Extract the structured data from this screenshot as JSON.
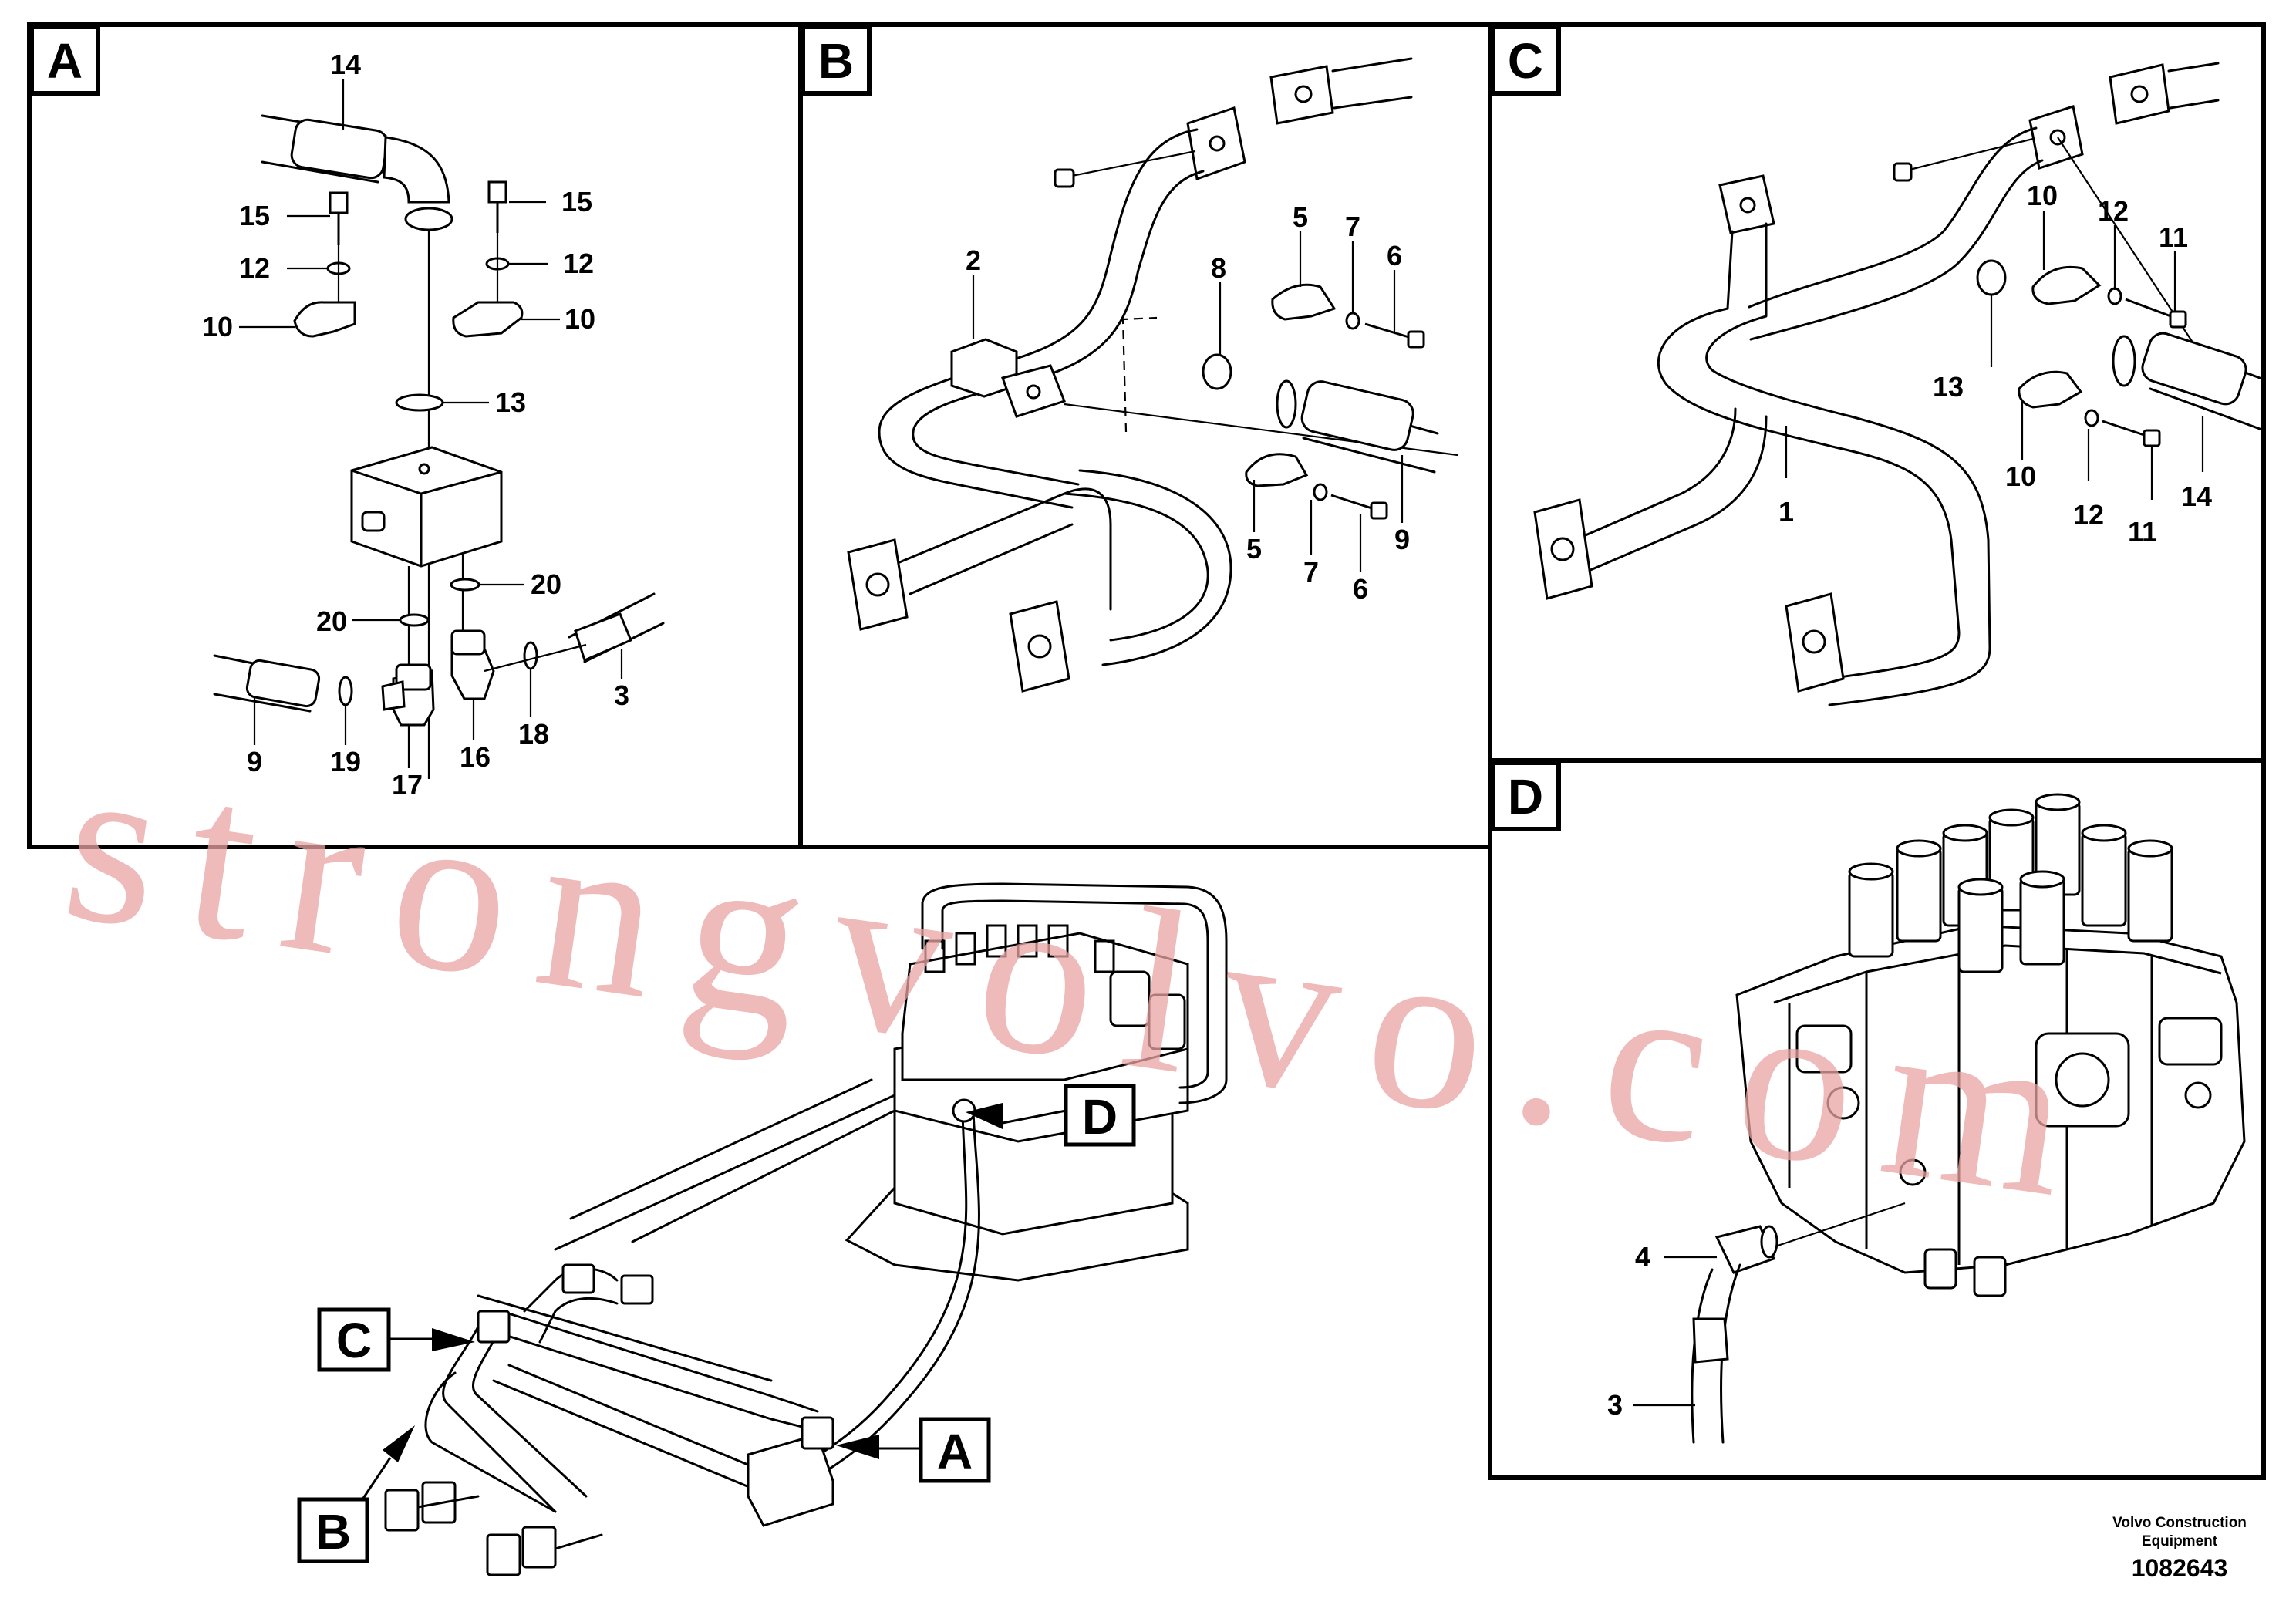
{
  "panels": {
    "A": {
      "letter": "A",
      "callouts": [
        "14",
        "15",
        "12",
        "10",
        "15",
        "12",
        "10",
        "13",
        "20",
        "20",
        "9",
        "19",
        "17",
        "16",
        "18",
        "3"
      ]
    },
    "B": {
      "letter": "B",
      "callouts": [
        "2",
        "8",
        "5",
        "7",
        "6",
        "5",
        "7",
        "6",
        "9"
      ]
    },
    "C": {
      "letter": "C",
      "callouts": [
        "10",
        "12",
        "11",
        "13",
        "1",
        "10",
        "12",
        "11",
        "14"
      ]
    },
    "D": {
      "letter": "D",
      "callouts": [
        "4",
        "3"
      ]
    }
  },
  "overview": {
    "labels": [
      "D",
      "C",
      "A",
      "B"
    ]
  },
  "watermark": "strongvolvo.com",
  "footer": {
    "brand_line1": "Volvo Construction",
    "brand_line2": "Equipment",
    "drawing_number": "1082643"
  },
  "colors": {
    "line": "#000000",
    "background": "#ffffff",
    "watermark": "#e9a3a3"
  }
}
